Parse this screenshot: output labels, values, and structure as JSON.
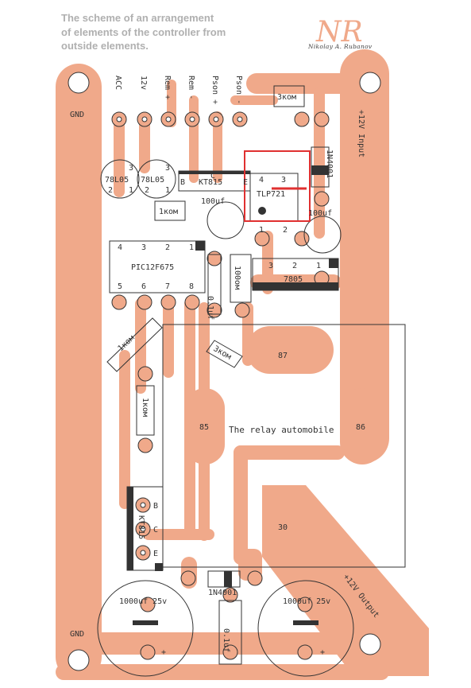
{
  "caption": "The scheme of an arrangement\nof elements of the controller from\noutside elements.",
  "logo": {
    "mark": "NR",
    "author": "Nikolay A. Rubanov"
  },
  "colors": {
    "copper": "#f0a98a",
    "outline": "#333333",
    "marker": "#e03030",
    "background": "#ffffff"
  },
  "labels": {
    "gnd_top": "GND",
    "gnd_bottom": "GND",
    "acc": "ACC",
    "v12": "12v",
    "rem_plus": "Rem +",
    "rem_minus": "Rem -",
    "pson_plus": "Pson +",
    "pson_minus": "Pson -",
    "input": "+12V Input",
    "output": "+12V Output",
    "r_3k_top": "3ком",
    "r_1k_mid": "1ком",
    "r_1k_diag": "1ком",
    "r_3k_diag": "3ком",
    "r_1k_vert": "1ком",
    "r_100": "100ом",
    "d_top": "1N4001",
    "d_bottom": "1N4001",
    "u_7805": "7805",
    "u_pic": "PIC12F675",
    "u_tlp": "TLP721",
    "u_78l05_a": "78L05",
    "u_78l05_b": "78L05",
    "q_kt815_top": "KT815",
    "q_kt815_bottom": "KT815",
    "c_100uf_a": "100uf",
    "c_100uf_b": "100uf",
    "c_01_a": "0.1uf",
    "c_01_b": "0.1uf",
    "c_big_a": "1000uf 25v",
    "c_big_b": "1000uf 25v",
    "relay": "The relay automobile",
    "relay_87": "87",
    "relay_85": "85",
    "relay_86": "86",
    "relay_30": "30",
    "pin_b": "B",
    "pin_c": "C",
    "pin_e": "E",
    "p1": "1",
    "p2": "2",
    "p3": "3",
    "p4": "4",
    "p5": "5",
    "p6": "6",
    "p7": "7",
    "p8": "8",
    "plus": "+"
  }
}
